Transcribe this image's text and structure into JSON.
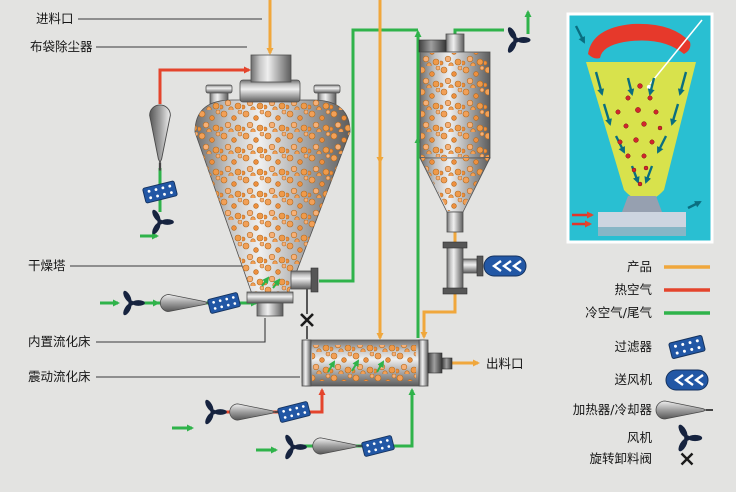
{
  "labels": {
    "feed_inlet": "进料口",
    "bag_filter": "布袋除尘器",
    "drying_tower": "干燥塔",
    "internal_fluidized_bed": "内置流化床",
    "vibrating_fluidized_bed": "震动流化床",
    "discharge_outlet": "出料口"
  },
  "legend": {
    "product": "产品",
    "hot_air": "热空气",
    "cold_air_tail_gas": "冷空气/尾气",
    "filter": "过滤器",
    "blower": "送风机",
    "heater_cooler": "加热器/冷却器",
    "fan": "风机",
    "rotary_discharge_valve": "旋转卸料阀"
  },
  "colors": {
    "product": "#F0A73C",
    "hot_air": "#E4442C",
    "cold_air": "#2FB34A",
    "equipment_blue": "#2257A5",
    "background": "#E3E3E1"
  }
}
